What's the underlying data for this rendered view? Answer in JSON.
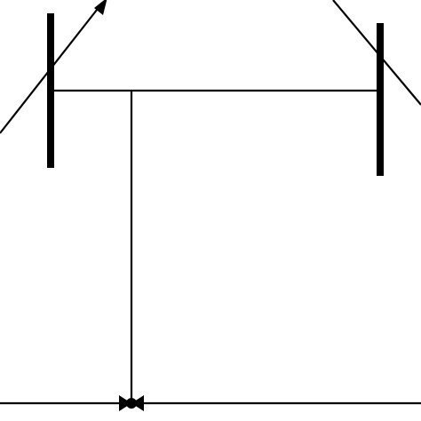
{
  "diagram": {
    "background_color": "#ffffff",
    "stroke_color": "#000000",
    "elements": [
      "left-mirror",
      "right-mirror",
      "crossbar",
      "vertical-stem",
      "baseline",
      "junction-dot",
      "left-diagonal-arrow",
      "right-diagonal-line"
    ],
    "icons": {
      "arrowhead": "arrowhead-icon",
      "junction": "dot-icon",
      "bowtie": "bowtie-icon"
    }
  }
}
